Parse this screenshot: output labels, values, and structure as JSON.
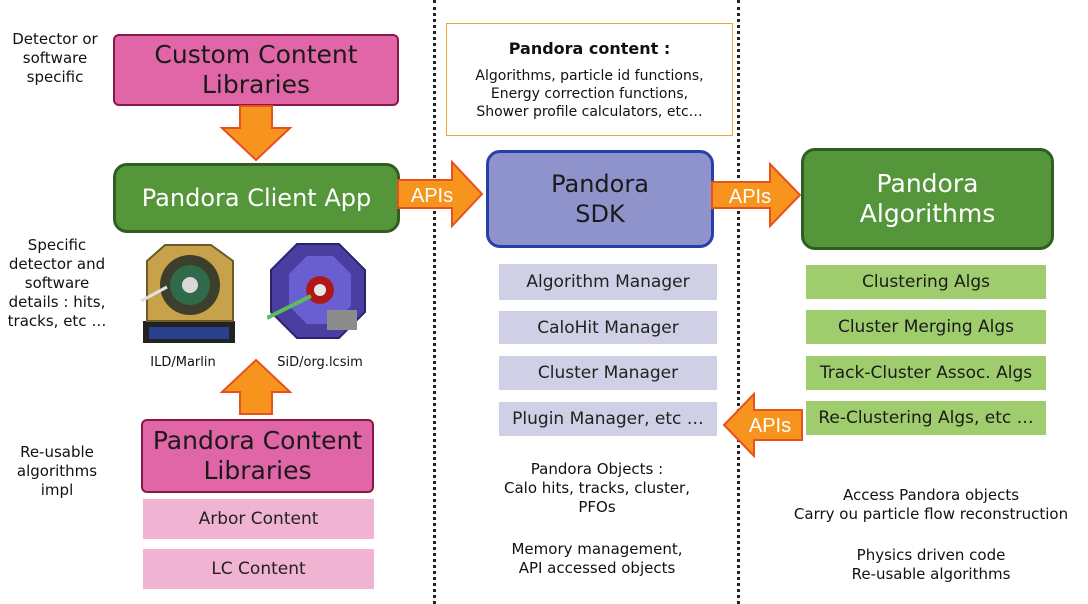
{
  "left": {
    "top_note": [
      "Detector or",
      "software",
      "specific"
    ],
    "mid_note": [
      "Specific",
      "detector and",
      "software",
      "details : hits,",
      "tracks, etc …"
    ],
    "bottom_note": [
      "Re-usable",
      "algorithms",
      "impl"
    ],
    "custom_lib": [
      "Custom Content",
      "Libraries"
    ],
    "client_app": "Pandora Client App",
    "ild_label": "ILD/Marlin",
    "sid_label": "SiD/org.lcsim",
    "content_lib": [
      "Pandora Content",
      "Libraries"
    ],
    "content_items": [
      "Arbor Content",
      "LC Content"
    ]
  },
  "middle": {
    "content_title": "Pandora content :",
    "content_lines": [
      "Algorithms, particle id functions,",
      "Energy correction functions,",
      "Shower profile calculators, etc…"
    ],
    "sdk": [
      "Pandora",
      "SDK"
    ],
    "managers": [
      "Algorithm Manager",
      "CaloHit Manager",
      "Cluster Manager",
      "Plugin Manager, etc …"
    ],
    "objects_note": [
      "Pandora Objects :",
      "Calo hits, tracks, cluster,",
      "PFOs"
    ],
    "memory_note": [
      "Memory management,",
      "API accessed objects"
    ]
  },
  "right": {
    "algorithms": [
      "Pandora",
      "Algorithms"
    ],
    "algs": [
      "Clustering Algs",
      "Cluster Merging Algs",
      "Track-Cluster Assoc. Algs",
      "Re-Clustering Algs, etc …"
    ],
    "access_note": [
      "Access Pandora objects",
      "Carry ou particle flow reconstruction"
    ],
    "physics_note": [
      "Physics driven code",
      "Re-usable algorithms"
    ]
  },
  "arrows": {
    "api_label": "APIs"
  },
  "colors": {
    "arrow_fill": "#f7941d",
    "arrow_stroke": "#e8501e",
    "pink": "#e066a8",
    "green": "#55963a",
    "blue": "#8f93cc",
    "lavender": "#cfcfe6",
    "light_green": "#9fcc6d",
    "light_pink": "#f0b4d2"
  }
}
